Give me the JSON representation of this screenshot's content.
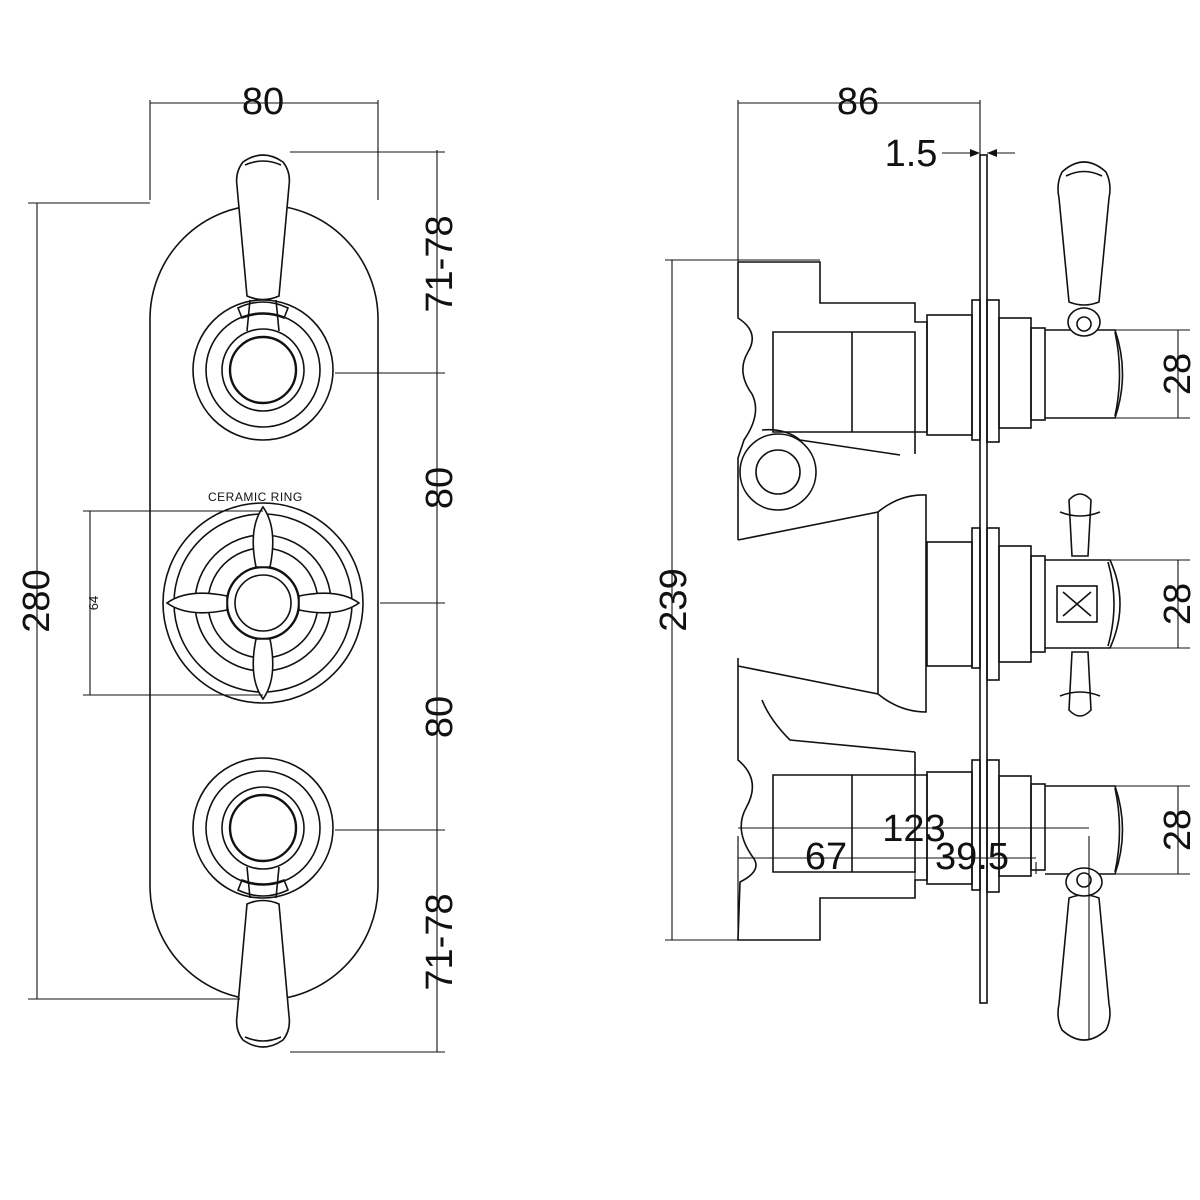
{
  "front_view": {
    "dim_width": "80",
    "dim_height": "280",
    "dim_top_handle": "71-78",
    "dim_spacing_upper": "80",
    "dim_spacing_lower": "80",
    "dim_bottom_handle": "71-78",
    "dim_diverter": "64",
    "ceramic_label": "CERAMIC RING"
  },
  "side_view": {
    "dim_depth": "86",
    "dim_plate": "1.5",
    "dim_height": "239",
    "dim_spindle_top": "28",
    "dim_spindle_mid": "28",
    "dim_spindle_bottom": "28",
    "dim_body": "67",
    "dim_projection": "39.5",
    "dim_total": "123"
  }
}
